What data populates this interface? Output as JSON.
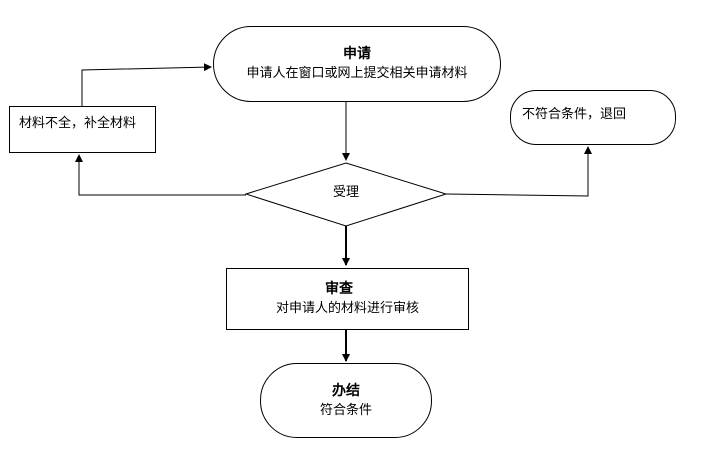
{
  "nodes": {
    "apply": {
      "title": "申请",
      "desc": "申请人在窗口或网上提交相关申请材料"
    },
    "incomplete": {
      "text": "材料不全，补全材料"
    },
    "reject": {
      "text": "不符合条件，退回"
    },
    "accept": {
      "text": "受理"
    },
    "review": {
      "title": "审查",
      "desc": "对申请人的材料进行审核"
    },
    "done": {
      "title": "办结",
      "desc": "符合条件"
    }
  },
  "colors": {
    "line": "#000000",
    "fill": "#ffffff"
  }
}
